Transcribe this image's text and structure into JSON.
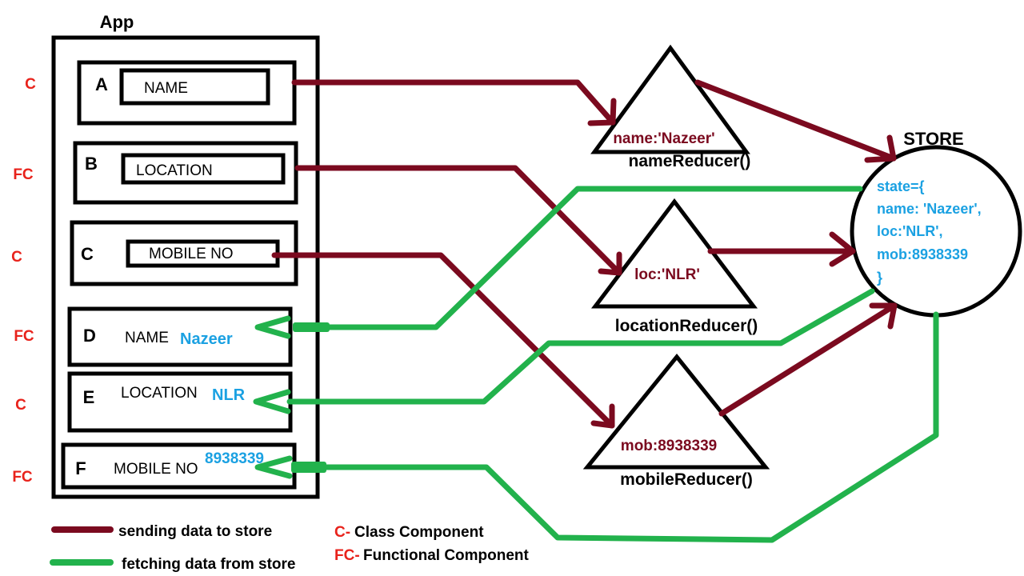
{
  "app": {
    "title": "App",
    "components": [
      {
        "letter": "A",
        "type": "C",
        "field": "NAME",
        "value": ""
      },
      {
        "letter": "B",
        "type": "FC",
        "field": "LOCATION",
        "value": ""
      },
      {
        "letter": "C",
        "type": "C",
        "field": "MOBILE NO",
        "value": ""
      },
      {
        "letter": "D",
        "type": "FC",
        "field": "NAME",
        "value": "Nazeer"
      },
      {
        "letter": "E",
        "type": "C",
        "field": "LOCATION",
        "value": "NLR"
      },
      {
        "letter": "F",
        "type": "FC",
        "field": "MOBILE NO",
        "value": "8938339"
      }
    ]
  },
  "reducers": [
    {
      "label": "name:'Nazeer'",
      "name": "nameReducer()"
    },
    {
      "label": "loc:'NLR'",
      "name": "locationReducer()"
    },
    {
      "label": "mob:8938339",
      "name": "mobileReducer()"
    }
  ],
  "store": {
    "title": "STORE",
    "state_lines": [
      "state={",
      "name: 'Nazeer',",
      "loc:'NLR',",
      "mob:8938339",
      "}"
    ]
  },
  "legend": {
    "send": "sending data to store",
    "fetch": "fetching data from store",
    "c_abbr": "C-",
    "c_text": "Class Component",
    "fc_abbr": "FC-",
    "fc_text": "Functional Component"
  },
  "colors": {
    "send": "#7b0a1f",
    "fetch": "#22b24c",
    "value": "#1ba1e2",
    "type_label": "#e8221b",
    "ink": "#000000"
  }
}
